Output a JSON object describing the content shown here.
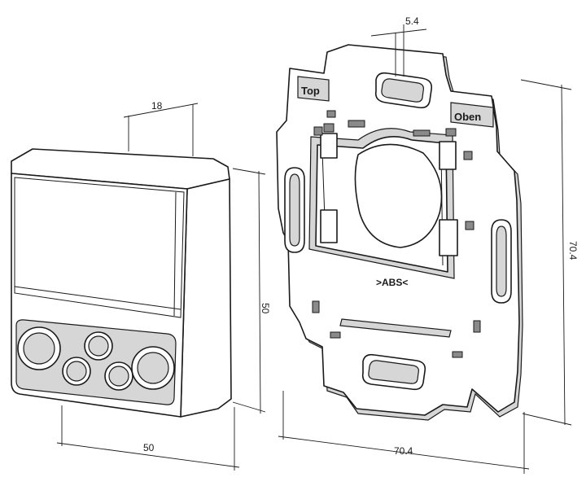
{
  "dimensions": {
    "module_depth": "18",
    "module_height": "50",
    "module_width": "50",
    "frame_offset": "5.4",
    "frame_height": "70.4",
    "frame_width": "70.4"
  },
  "labels": {
    "top": "Top",
    "oben": "Oben",
    "material": ">ABS<"
  },
  "colors": {
    "line": "#1a1a1a",
    "fill": "#ffffff",
    "shade": "#d6d6d6"
  }
}
